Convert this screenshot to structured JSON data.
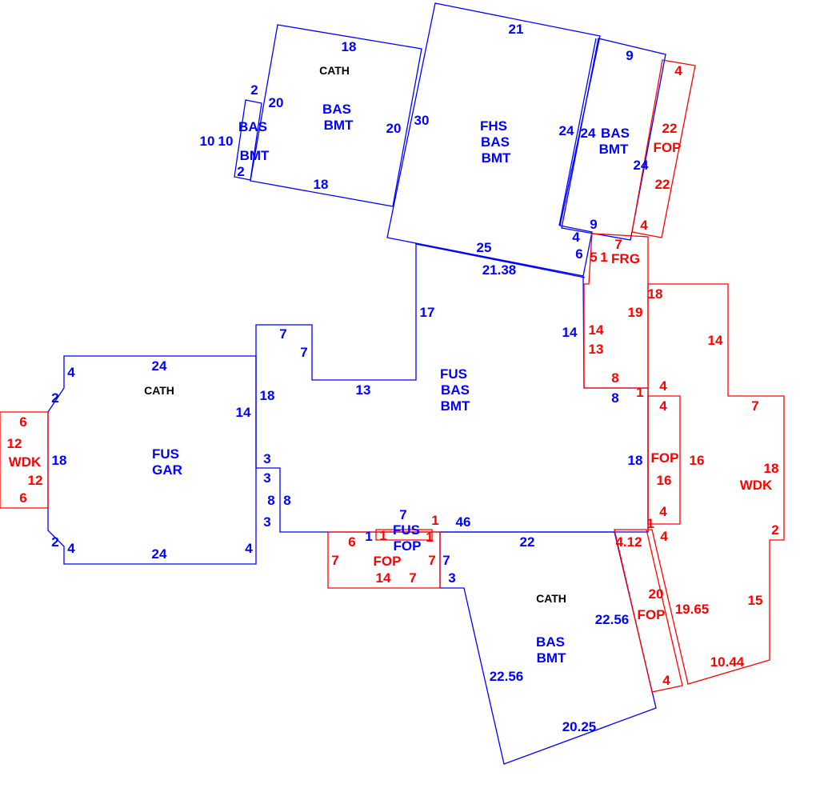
{
  "colors": {
    "living": "#0000ff",
    "exterior": "#ff0000",
    "note": "#000000"
  },
  "cath": [
    "CATH",
    "CATH",
    "CATH"
  ],
  "blue": [
    "18",
    "2",
    "20",
    "BAS",
    "BMT",
    "20",
    "30",
    "10",
    "10",
    "BAS",
    "BMT",
    "2",
    "18",
    "21",
    "9",
    "FHS",
    "BAS",
    "BMT",
    "24",
    "24",
    "BAS",
    "BMT",
    "24",
    "9",
    "4",
    "6",
    "25",
    "21.38",
    "17",
    "14",
    "7",
    "7",
    "13",
    "FUS",
    "BAS",
    "BMT",
    "8",
    "4",
    "24",
    "2",
    "18",
    "14",
    "FUS",
    "GAR",
    "18",
    "3",
    "3",
    "8",
    "8",
    "3",
    "2",
    "4",
    "24",
    "4",
    "7",
    "FUS",
    "FOP",
    "1",
    "46",
    "22",
    "7",
    "3",
    "18",
    "22.56",
    "BAS",
    "BMT",
    "22.56",
    "20.25"
  ],
  "red": [
    "4",
    "22",
    "FOP",
    "22",
    "4",
    "7",
    "5",
    "1",
    "FRG",
    "18",
    "19",
    "14",
    "13",
    "14",
    "8",
    "1",
    "4",
    "4",
    "7",
    "FOP",
    "16",
    "16",
    "18",
    "WDK",
    "4",
    "1",
    "4",
    "2",
    "4.12",
    "20",
    "FOP",
    "19.65",
    "15",
    "10.44",
    "4",
    "6",
    "12",
    "WDK",
    "12",
    "6",
    "1",
    "1",
    "1",
    "6",
    "7",
    "FOP",
    "7",
    "14",
    "7"
  ]
}
